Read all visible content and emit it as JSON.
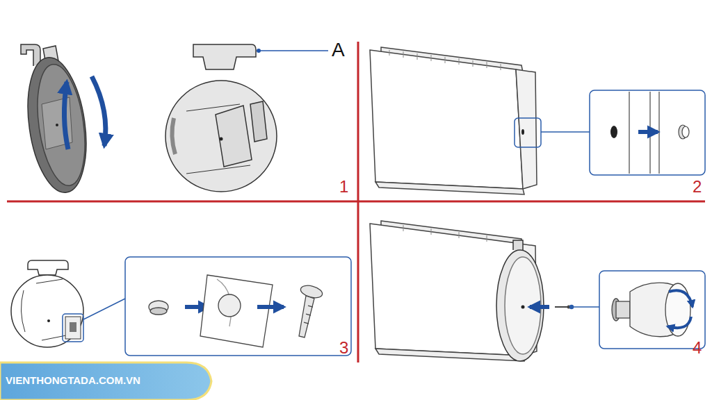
{
  "diagram": {
    "labels": [
      "A",
      "1",
      "2",
      "3",
      "4",
      "VIENTHONGTADA.COM.VN"
    ]
  }
}
